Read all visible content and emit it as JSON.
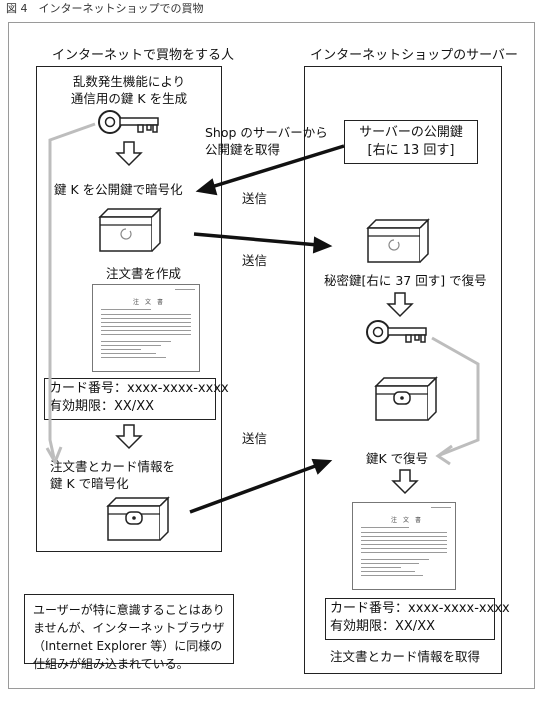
{
  "figure_caption": "図 4　インターネットショップでの買物",
  "left_panel": {
    "title": "インターネットで買物をする人",
    "gen_key_line1": "乱数発生機能により",
    "gen_key_line2": "通信用の鍵 K を生成",
    "encrypt_key": "鍵 K を公開鍵で暗号化",
    "create_order": "注文書を作成",
    "card_number": "カード番号：xxxx-xxxx-xxxx",
    "card_expiry": "有効期限：XX/XX",
    "encrypt_order_line1": "注文書とカード情報を",
    "encrypt_order_line2": "鍵 K で暗号化"
  },
  "right_panel": {
    "title": "インターネットショップのサーバー",
    "public_key_line1": "サーバーの公開鍵",
    "public_key_line2": "[右に 13 回す]",
    "private_decrypt": "秘密鍵[右に 37 回す] で復号",
    "decrypt_k": "鍵K で復号",
    "card_number": "カード番号：xxxx-xxxx-xxxx",
    "card_expiry": "有効期限：XX/XX",
    "get_order": "注文書とカード情報を取得"
  },
  "arrows": {
    "get_public_key_line1": "Shop のサーバーから",
    "get_public_key_line2": "公開鍵を取得",
    "send_1": "送信",
    "send_2": "送信",
    "send_3": "送信"
  },
  "note": {
    "text": "ユーザーが特に意識することはありませんが、インターネットブラウザ（Internet Explorer 等）に同様の仕組みが組み込まれている。"
  },
  "order_document": {
    "title": "注　文　書"
  }
}
